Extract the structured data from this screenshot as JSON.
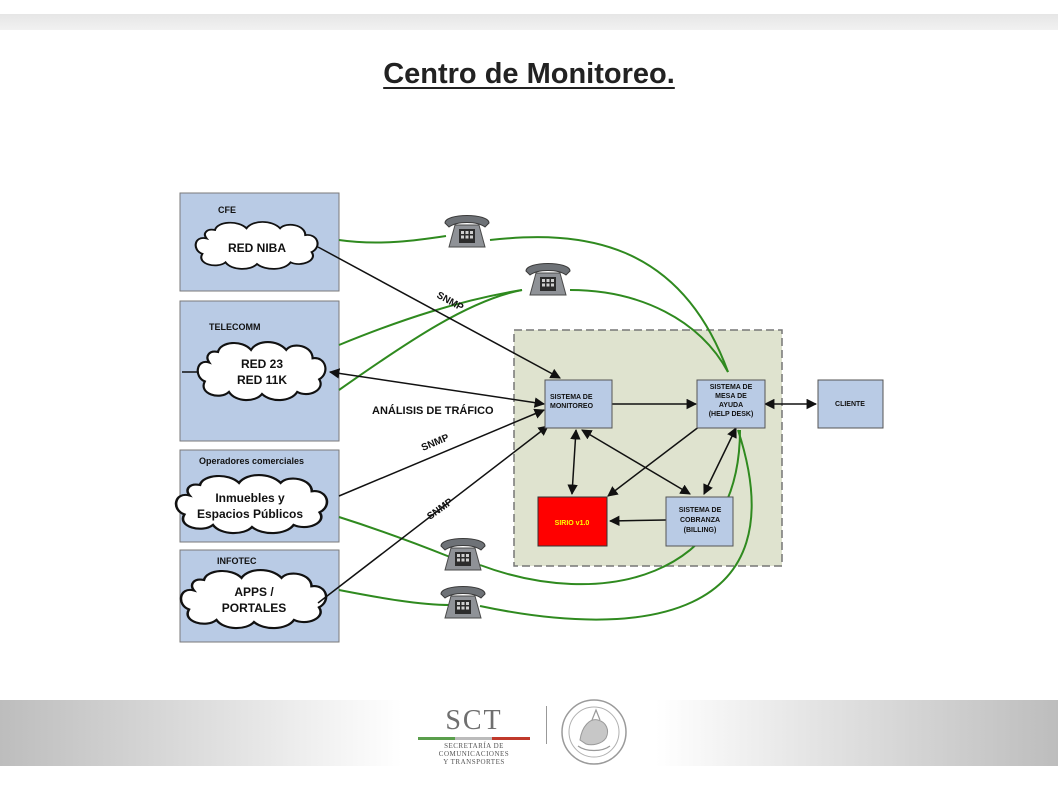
{
  "page": {
    "title": "Centro de Monitoreo."
  },
  "groups": {
    "cfe": {
      "label": "CFE",
      "cloud": "RED NIBA"
    },
    "telecomm": {
      "label": "TELECOMM",
      "cloud_line1": "RED 23",
      "cloud_line2": "RED 11K"
    },
    "operadores": {
      "label": "Operadores comerciales",
      "cloud_line1": "Inmuebles y",
      "cloud_line2": "Espacios Públicos"
    },
    "infotec": {
      "label": "INFOTEC",
      "cloud_line1": "APPS /",
      "cloud_line2": "PORTALES"
    }
  },
  "center": {
    "monitoreo_line1": "SISTEMA DE",
    "monitoreo_line2": "MONITOREO",
    "mesa_line1": "SISTEMA DE",
    "mesa_line2": "MESA DE",
    "mesa_line3": "AYUDA",
    "mesa_line4": "(HELP DESK)",
    "sirio": "SIRIO v1.0",
    "cobranza_line1": "SISTEMA DE",
    "cobranza_line2": "COBRANZA",
    "cobranza_line3": "(BILLING)",
    "cliente": "CLIENTE"
  },
  "connections": {
    "snmp_1": "SNMP",
    "snmp_2": "SNMP",
    "snmp_3": "SNMP",
    "analisis": "ANÁLISIS DE TRÁFICO"
  },
  "footer": {
    "logo_main": "SCT",
    "logo_sub1": "SECRETARÍA DE",
    "logo_sub2": "COMUNICACIONES",
    "logo_sub3": "Y TRANSPORTES"
  },
  "colors": {
    "group_fill": "#b9cbe5",
    "group_stroke": "#7a7a7a",
    "center_fill": "#dfe3cf",
    "box_fill": "#b9cbe5",
    "sirio_fill": "#ff0000",
    "sirio_text": "#ffff00",
    "green_line": "#2f8a1f"
  },
  "icons": [
    "telephone-icon",
    "cloud-shape",
    "national-seal-icon"
  ]
}
